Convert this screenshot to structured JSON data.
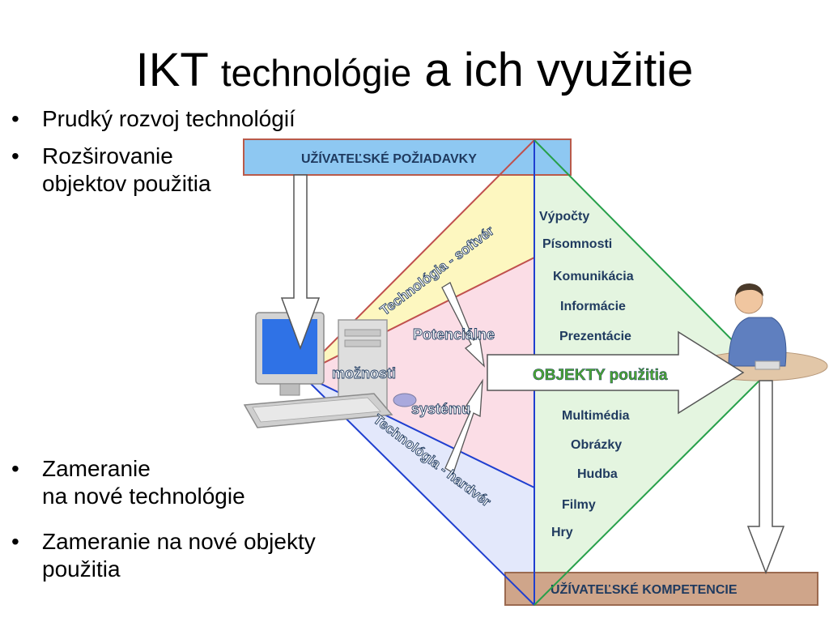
{
  "title": {
    "part1": "IKT ",
    "part2": "technológie",
    "part3": " a ich využitie"
  },
  "bullets_top": [
    {
      "lines": [
        "Prudký rozvoj technológií"
      ]
    },
    {
      "lines": [
        "Rozširovanie",
        "objektov použitia"
      ]
    }
  ],
  "bullets_bottom": [
    {
      "lines": [
        "Zameranie",
        "na nové technológie"
      ]
    },
    {
      "lines": [
        "Zameranie na nové objekty",
        "použitia"
      ]
    }
  ],
  "diagram": {
    "requirements_label": "UŽÍVATEĽSKÉ POŽIADAVKY",
    "competences_label": "UŽÍVATEĽSKÉ KOMPETENCIE",
    "software_label": "Technológia - softvér",
    "hardware_label": "Technológia - hardvér",
    "potential_words": [
      "Potenciálne",
      "možnosti",
      "systému"
    ],
    "objects_label": "OBJEKTY použitia",
    "objects_top": [
      "Výpočty",
      "Písomnosti",
      "Komunikácia",
      "Informácie",
      "Prezentácie"
    ],
    "objects_bottom": [
      "Multimédia",
      "Obrázky",
      "Hudba",
      "Filmy",
      "Hry"
    ],
    "colors": {
      "requirements_fill": "#8ec8f2",
      "competences_fill": "#cfa58a",
      "software_region": "#fdf7c0",
      "potential_region": "#fbdde6",
      "objects_region": "#e4f5e0",
      "software_line": "#c0504d",
      "hardware_line": "#1f3fd0",
      "objects_line": "#27a04a",
      "label_text": "#1f3a5f",
      "objects_text": "#4aa832"
    }
  }
}
